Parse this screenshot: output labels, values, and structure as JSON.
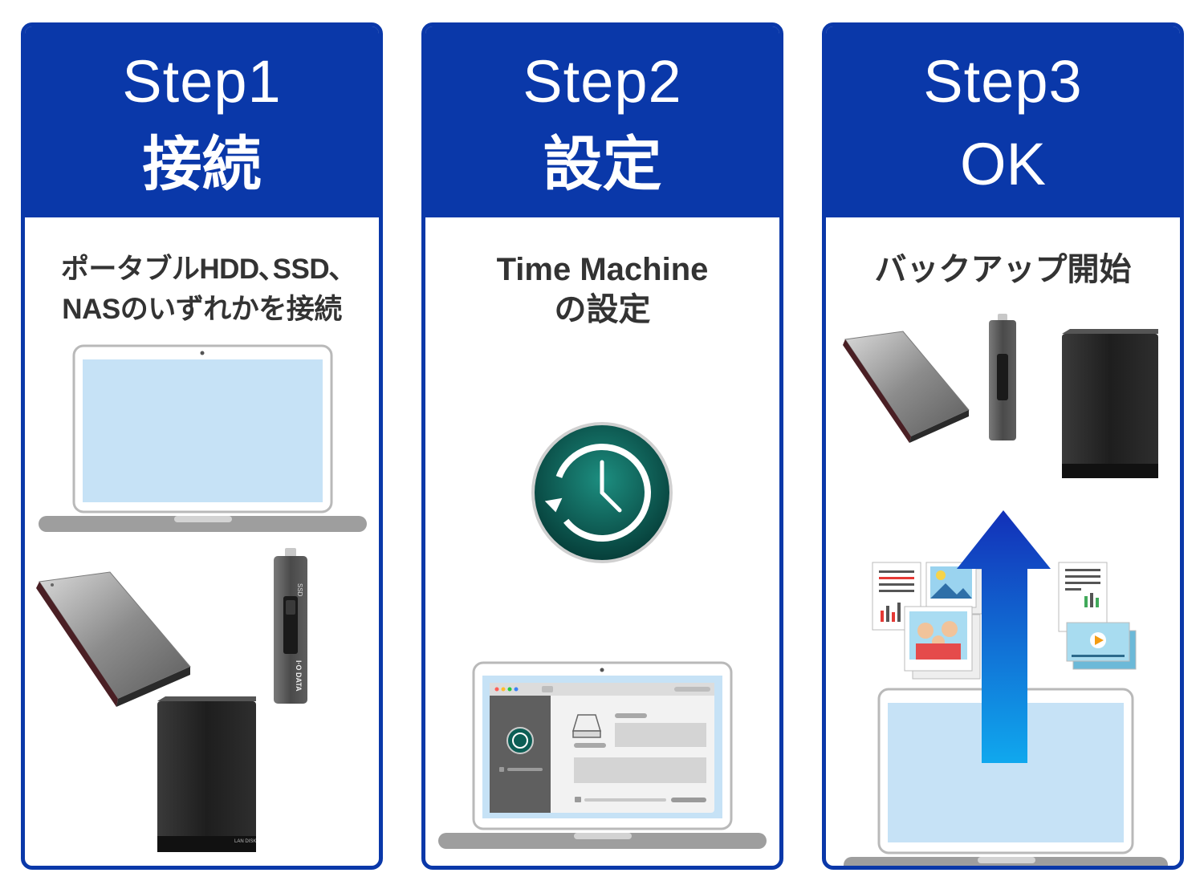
{
  "steps": [
    {
      "step_label": "Step1",
      "title": "接続",
      "description": [
        "ポータブルHDD､SSD､",
        "NASのいずれかを接続"
      ]
    },
    {
      "step_label": "Step2",
      "title": "設定",
      "description": [
        "Time Machine",
        "の設定"
      ]
    },
    {
      "step_label": "Step3",
      "title": "OK",
      "description": [
        "バックアップ開始"
      ]
    }
  ],
  "colors": {
    "header_blue": "#0a38a9",
    "screen_blue": "#c6e2f6",
    "arrow_top": "#1230b8",
    "arrow_bottom": "#10a8ee",
    "time_machine_green": "#0c7a6e"
  },
  "device_labels": {
    "ssd": "SSD",
    "brand": "I·O DATA",
    "nas": "LAN DISK"
  }
}
